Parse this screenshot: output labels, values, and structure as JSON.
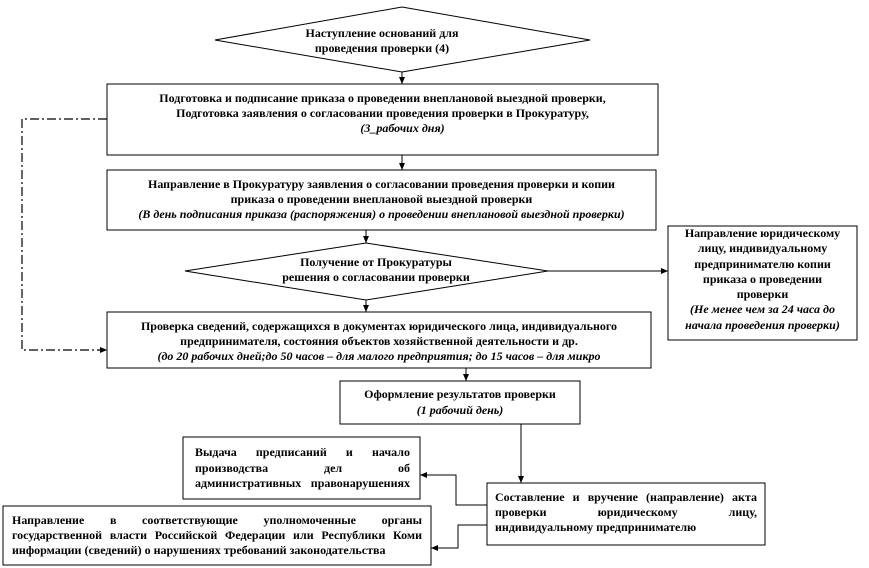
{
  "nodes": {
    "start": {
      "lines": [
        "Наступление оснований для",
        "проведения проверки (4)"
      ]
    },
    "prepare": {
      "lines": [
        "Подготовка и подписание приказа о проведении внеплановой выездной проверки,",
        "Подготовка заявления о согласовании проведения проверки в Прокуратуру,"
      ],
      "note": "(3_рабочих дня)"
    },
    "send_to_prosecutor": {
      "lines": [
        "Направление в Прокуратуру заявления о согласовании проведения проверки и копии",
        "приказа о проведении внеплановой выездной проверки"
      ],
      "note": "(В день подписания приказа (распоряжения) о проведении внеплановой выездной проверки)"
    },
    "approval": {
      "lines": [
        "Получение от Прокуратуры",
        "решения о согласовании проверки"
      ]
    },
    "notify": {
      "lines": [
        "Направление юридическому",
        "лицу, индивидуальному",
        "предпринимателю копии",
        "приказа о проведении",
        "проверки"
      ],
      "note": [
        "(Не менее чем за 24 часа до",
        "начала проведения проверки)"
      ]
    },
    "verify": {
      "lines": [
        "Проверка сведений, содержащихся в документах юридического лица, индивидуального",
        "предпринимателя, состояния объектов хозяйственной деятельности и др."
      ],
      "note": "(до 20 рабочих дней;до 50 часов – для малого предприятия; до 15 часов – для микро"
    },
    "results": {
      "lines": [
        "Оформление результатов проверки"
      ],
      "note": "(1 рабочий день)"
    },
    "issue": {
      "lines": [
        "Выдача предписаний и начало",
        "производства дел об",
        "административных правонарушениях"
      ]
    },
    "act": {
      "lines": [
        "Составление и вручение (направление) акта",
        "проверки юридическому лицу,",
        "индивидуальному предпринимателю"
      ]
    },
    "report": {
      "lines": [
        "Направление в соответствующие уполномоченные органы",
        "государственной власти Российской Федерации или Республики Коми",
        "информации (сведений) о нарушениях требований законодательства"
      ]
    }
  }
}
